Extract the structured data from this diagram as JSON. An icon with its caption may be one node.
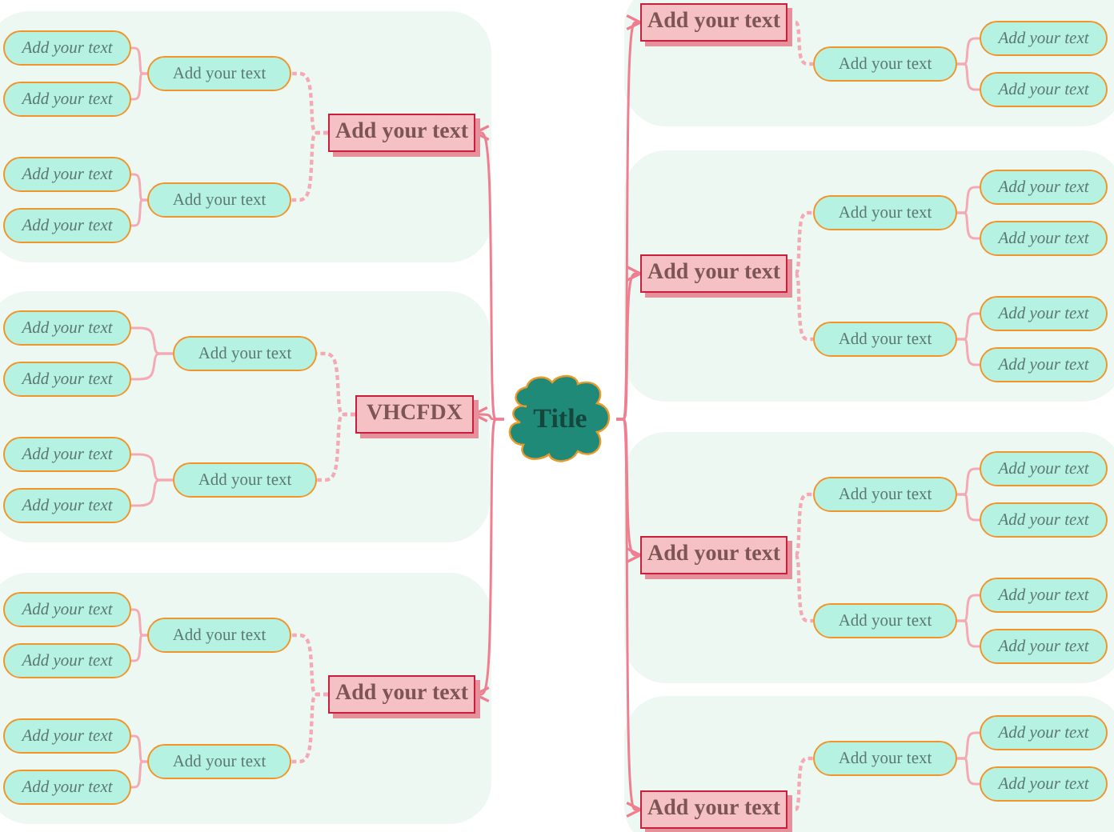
{
  "diagram": {
    "nodes": [
      {
        "text": [
          "Title"
        ]
      },
      {
        "text": [
          "Add your text"
        ]
      },
      {
        "text": [
          "Add your text"
        ]
      },
      {
        "text": [
          "Add your text"
        ]
      },
      {
        "text": [
          "Add your text"
        ]
      },
      {
        "text": [
          "Add your text"
        ]
      },
      {
        "text": [
          "Add your text"
        ]
      },
      {
        "text": [
          "Add your text"
        ]
      },
      {
        "text": [
          "VHCFDX"
        ]
      },
      {
        "text": [
          "Add your text"
        ]
      },
      {
        "text": [
          "Add your text"
        ]
      },
      {
        "text": [
          "Add your text"
        ]
      },
      {
        "text": [
          "Add your text"
        ]
      },
      {
        "text": [
          "Add your text"
        ]
      },
      {
        "text": [
          "Add your text"
        ]
      },
      {
        "text": [
          "Add your text"
        ]
      },
      {
        "text": [
          "Add your text"
        ]
      },
      {
        "text": [
          "Add your text"
        ]
      },
      {
        "text": [
          "Add your text"
        ]
      },
      {
        "text": [
          "Add your text"
        ]
      },
      {
        "text": [
          "Add your text"
        ]
      },
      {
        "text": [
          "Add your text"
        ]
      },
      {
        "text": [
          "Add your text"
        ]
      },
      {
        "text": [
          "Add your text"
        ]
      },
      {
        "text": [
          "Add your text"
        ]
      },
      {
        "text": [
          "Add your text"
        ]
      },
      {
        "text": [
          "Add your text"
        ]
      },
      {
        "text": [
          "Add your text"
        ]
      },
      {
        "text": [
          "Add your text"
        ]
      },
      {
        "text": [
          "Add your text"
        ]
      },
      {
        "text": [
          "Add your text"
        ]
      },
      {
        "text": [
          "Add your text"
        ]
      },
      {
        "text": [
          "Add your text"
        ]
      },
      {
        "text": [
          "Add your text"
        ]
      },
      {
        "text": [
          "Add your text"
        ]
      },
      {
        "text": [
          "Add your text"
        ]
      },
      {
        "text": [
          "Add your text"
        ]
      },
      {
        "text": [
          "Add your text"
        ]
      },
      {
        "text": [
          "Add your text"
        ]
      },
      {
        "text": [
          "Add your text"
        ]
      },
      {
        "text": [
          "Add your text"
        ]
      },
      {
        "text": [
          "Add your text"
        ]
      },
      {
        "text": [
          "Add your text"
        ]
      },
      {
        "text": [
          "Add your text"
        ]
      }
    ],
    "edges": [
      {
        "from": 0,
        "to": 1,
        "arrow": "to"
      },
      {
        "from": 1,
        "to": 2,
        "arrow": "none",
        "style": "dashed"
      },
      {
        "from": 2,
        "to": 3,
        "arrow": "none"
      },
      {
        "from": 2,
        "to": 4,
        "arrow": "none"
      },
      {
        "from": 1,
        "to": 5,
        "arrow": "none",
        "style": "dashed"
      },
      {
        "from": 5,
        "to": 6,
        "arrow": "none"
      },
      {
        "from": 5,
        "to": 7,
        "arrow": "none"
      },
      {
        "from": 0,
        "to": 8,
        "arrow": "to"
      },
      {
        "from": 8,
        "to": 9,
        "arrow": "none",
        "style": "dashed"
      },
      {
        "from": 9,
        "to": 10,
        "arrow": "none"
      },
      {
        "from": 9,
        "to": 11,
        "arrow": "none"
      },
      {
        "from": 8,
        "to": 12,
        "arrow": "none",
        "style": "dashed"
      },
      {
        "from": 12,
        "to": 13,
        "arrow": "none"
      },
      {
        "from": 12,
        "to": 14,
        "arrow": "none"
      },
      {
        "from": 0,
        "to": 15,
        "arrow": "to"
      },
      {
        "from": 15,
        "to": 16,
        "arrow": "none",
        "style": "dashed"
      },
      {
        "from": 16,
        "to": 17,
        "arrow": "none"
      },
      {
        "from": 16,
        "to": 18,
        "arrow": "none"
      },
      {
        "from": 15,
        "to": 19,
        "arrow": "none",
        "style": "dashed"
      },
      {
        "from": 19,
        "to": 20,
        "arrow": "none"
      },
      {
        "from": 19,
        "to": 21,
        "arrow": "none"
      },
      {
        "from": 0,
        "to": 22,
        "arrow": "to"
      },
      {
        "from": 22,
        "to": 23,
        "arrow": "none",
        "style": "dashed"
      },
      {
        "from": 23,
        "to": 24,
        "arrow": "none"
      },
      {
        "from": 23,
        "to": 25,
        "arrow": "none"
      },
      {
        "from": 0,
        "to": 26,
        "arrow": "to"
      },
      {
        "from": 26,
        "to": 27,
        "arrow": "none",
        "style": "dashed"
      },
      {
        "from": 27,
        "to": 28,
        "arrow": "none"
      },
      {
        "from": 27,
        "to": 29,
        "arrow": "none"
      },
      {
        "from": 26,
        "to": 30,
        "arrow": "none",
        "style": "dashed"
      },
      {
        "from": 30,
        "to": 31,
        "arrow": "none"
      },
      {
        "from": 30,
        "to": 32,
        "arrow": "none"
      },
      {
        "from": 0,
        "to": 33,
        "arrow": "to"
      },
      {
        "from": 33,
        "to": 34,
        "arrow": "none",
        "style": "dashed"
      },
      {
        "from": 34,
        "to": 35,
        "arrow": "none"
      },
      {
        "from": 34,
        "to": 36,
        "arrow": "none"
      },
      {
        "from": 33,
        "to": 37,
        "arrow": "none",
        "style": "dashed"
      },
      {
        "from": 37,
        "to": 38,
        "arrow": "none"
      },
      {
        "from": 37,
        "to": 39,
        "arrow": "none"
      },
      {
        "from": 0,
        "to": 40,
        "arrow": "to"
      },
      {
        "from": 40,
        "to": 41,
        "arrow": "none",
        "style": "dashed"
      },
      {
        "from": 41,
        "to": 42,
        "arrow": "none"
      },
      {
        "from": 41,
        "to": 43,
        "arrow": "none"
      }
    ]
  }
}
